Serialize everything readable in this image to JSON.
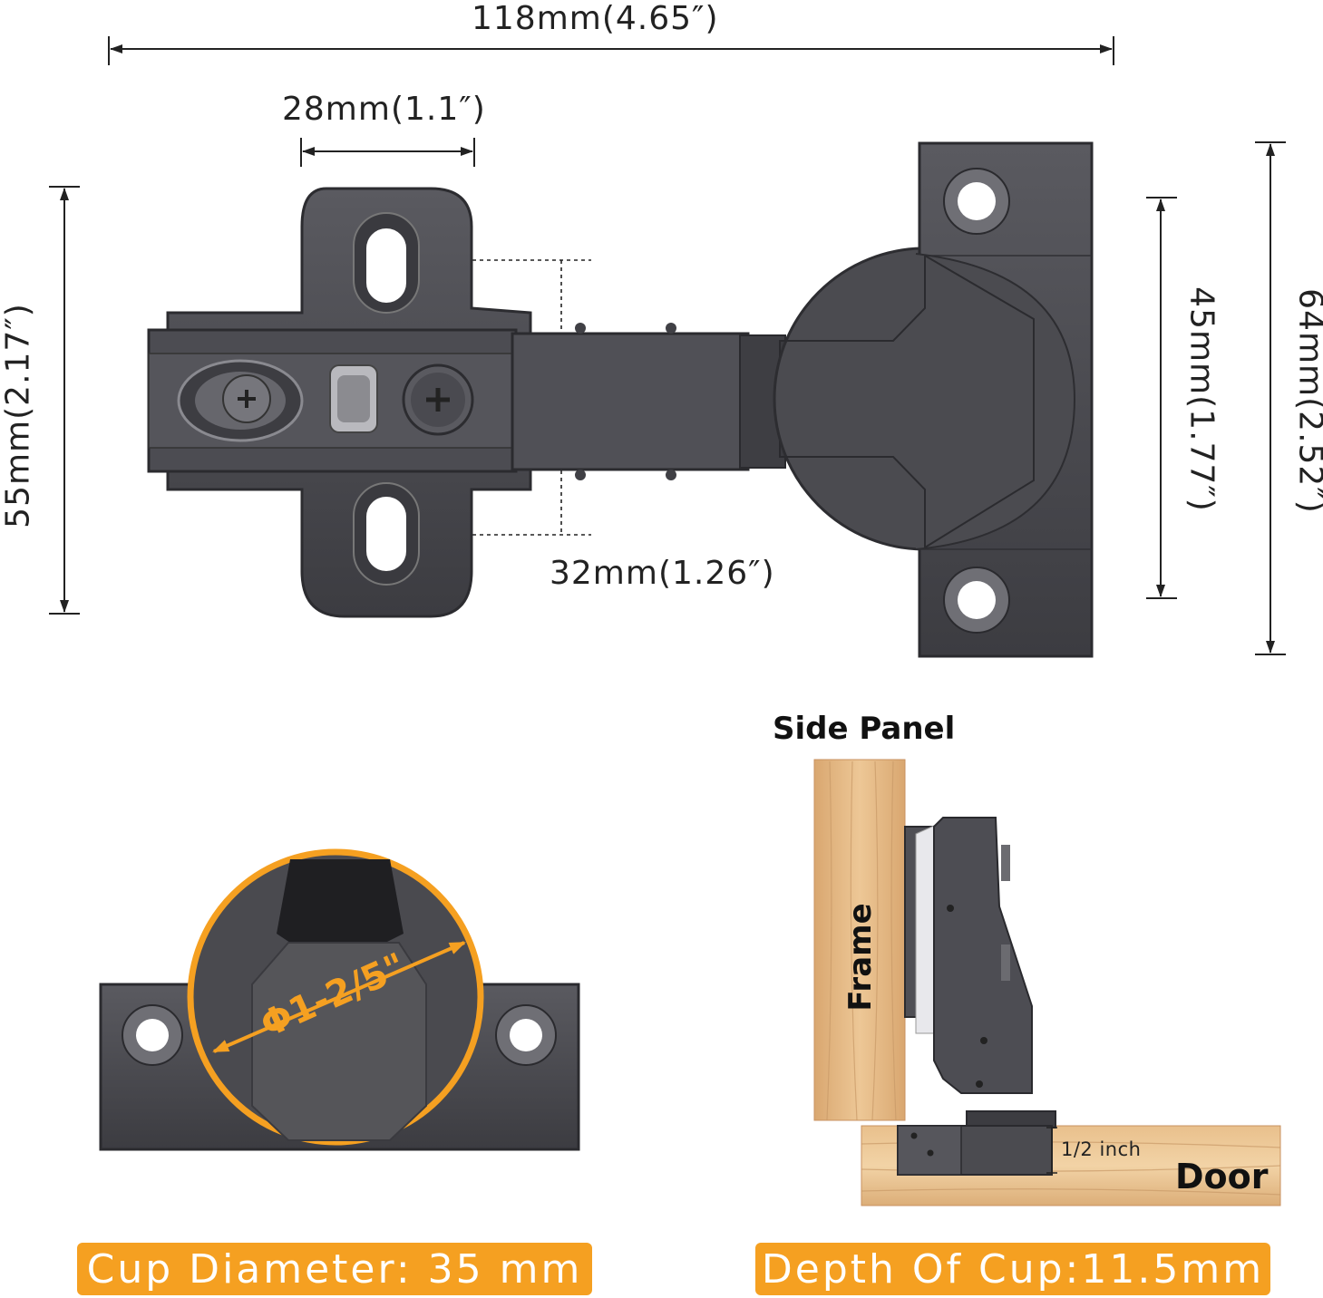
{
  "dimensions": {
    "overall_width": "118mm(4.65″)",
    "mount_width": "28mm(1.1″)",
    "hole_spacing": "32mm(1.26″)",
    "total_height": "55mm(2.17″)",
    "plate_hole_spacing": "45mm(1.77″)",
    "plate_height": "64mm(2.52″)"
  },
  "cup_view": {
    "diameter_label": "Φ1-2/5\"",
    "banner": "Cup Diameter: 35 mm"
  },
  "install_view": {
    "side_panel": "Side Panel",
    "frame": "Frame",
    "door": "Door",
    "depth_note": "1/2 inch",
    "banner": "Depth Of Cup:11.5mm"
  },
  "colors": {
    "metal": "#4a4a4f",
    "accent": "#f5a021",
    "wood": "#e3b987"
  }
}
